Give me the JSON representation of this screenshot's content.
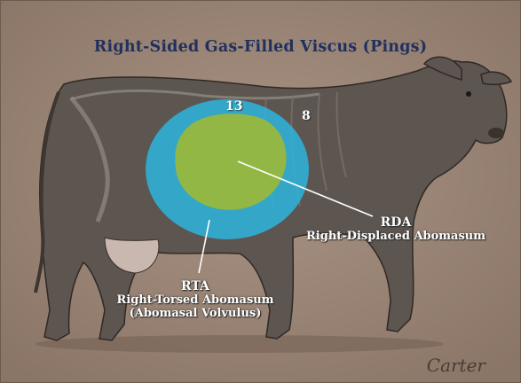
{
  "title": "Right-Sided Gas-Filled Viscus (Pings)",
  "rib_labels": {
    "r13": "13",
    "r8": "8"
  },
  "rda": {
    "abbr": "RDA",
    "full": "Right-Displaced Abomasum"
  },
  "rta": {
    "abbr": "RTA",
    "line1": "Right-Torsed Abomasum",
    "line2": "(Abomasal Volvulus)"
  },
  "signature": "Carter",
  "colors": {
    "title": "#22305e",
    "blue_zone": "#2fb2d8",
    "green_zone": "#9ab83a",
    "cow": "#5e5650",
    "background": "#9a8474"
  }
}
